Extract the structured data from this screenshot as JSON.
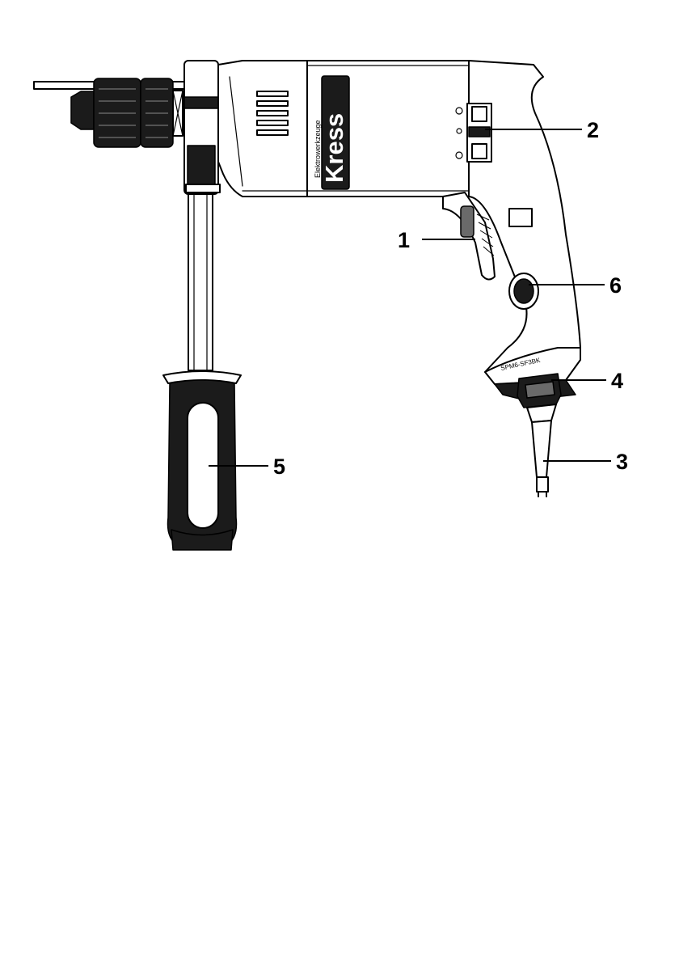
{
  "branding": {
    "logo": "Kress",
    "subtext": "Elektrowerkzeuge",
    "model_marking": "SPM6-SF3BK"
  },
  "icons": [
    "hammer-drill-illustration",
    "drill-chuck-icon",
    "side-handle-icon",
    "mode-switch-icon",
    "speed-dial-icon",
    "power-cord-icon",
    "trigger-switch-icon"
  ],
  "callouts": [
    {
      "id": "1",
      "label": "1",
      "part": "trigger-switch"
    },
    {
      "id": "2",
      "label": "2",
      "part": "mode-selector-switch"
    },
    {
      "id": "3",
      "label": "3",
      "part": "power-cord"
    },
    {
      "id": "4",
      "label": "4",
      "part": "cord-strain-relief"
    },
    {
      "id": "5",
      "label": "5",
      "part": "auxiliary-side-handle"
    },
    {
      "id": "6",
      "label": "6",
      "part": "speed-preselection-dial"
    }
  ]
}
